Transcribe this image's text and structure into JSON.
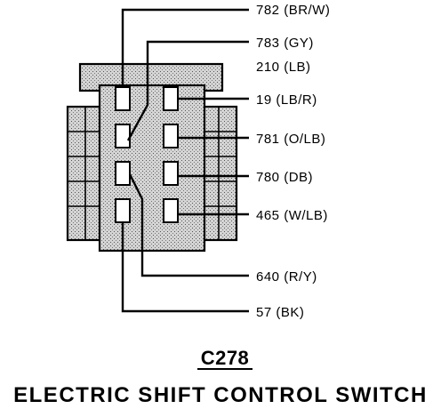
{
  "connector": {
    "id": "C278",
    "title": "ELECTRIC SHIFT CONTROL SWITCH"
  },
  "wires": [
    {
      "circuit": "782 (BR/W)"
    },
    {
      "circuit": "783 (GY)"
    },
    {
      "circuit": "210 (LB)"
    },
    {
      "circuit": "19 (LB/R)"
    },
    {
      "circuit": "781 (O/LB)"
    },
    {
      "circuit": "780 (DB)"
    },
    {
      "circuit": "465 (W/LB)"
    },
    {
      "circuit": "640 (R/Y)"
    },
    {
      "circuit": "57 (BK)"
    }
  ]
}
